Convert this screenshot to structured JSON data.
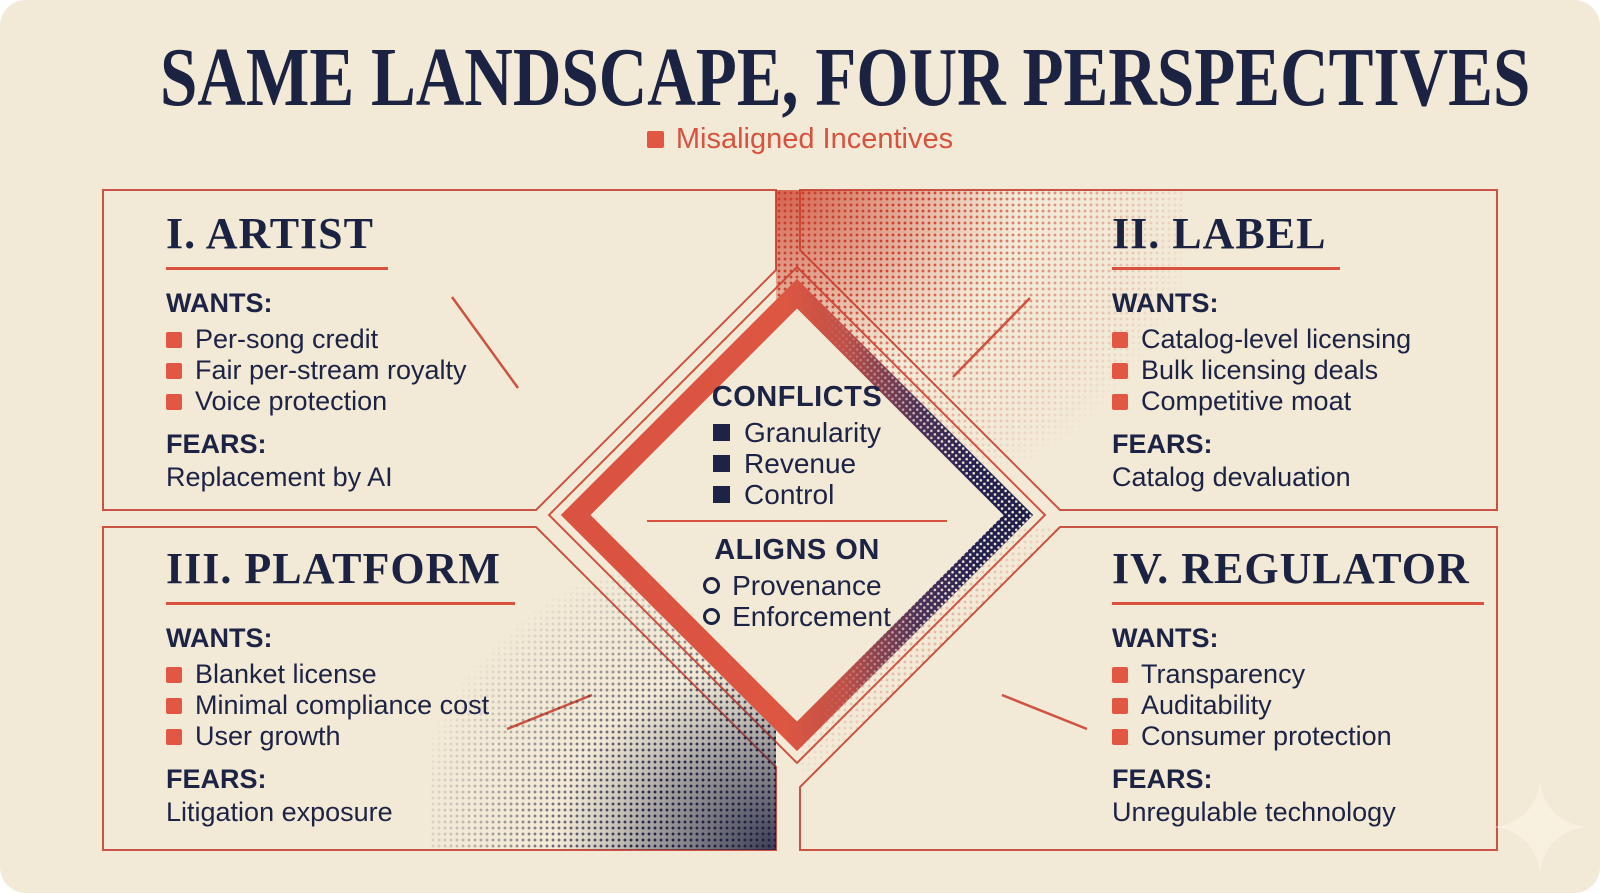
{
  "title": "SAME LANDSCAPE, FOUR PERSPECTIVES",
  "subtitle": {
    "label": "Misaligned Incentives"
  },
  "labels": {
    "wants": "WANTS:",
    "fears": "FEARS:"
  },
  "quadrants": [
    {
      "title": "I. ARTIST",
      "wants": [
        "Per-song credit",
        "Fair per-stream royalty",
        "Voice protection"
      ],
      "fears": "Replacement by AI"
    },
    {
      "title": "II. LABEL",
      "wants": [
        "Catalog-level licensing",
        "Bulk licensing deals",
        "Competitive moat"
      ],
      "fears": "Catalog devaluation"
    },
    {
      "title": "III. PLATFORM",
      "wants": [
        "Blanket license",
        "Minimal compliance cost",
        "User growth"
      ],
      "fears": "Litigation exposure"
    },
    {
      "title": "IV. REGULATOR",
      "wants": [
        "Transparency",
        "Auditability",
        "Consumer protection"
      ],
      "fears": "Unregulable technology"
    }
  ],
  "center": {
    "conflicts_label": "CONFLICTS",
    "conflicts": [
      "Granularity",
      "Revenue",
      "Control"
    ],
    "aligns_label": "ALIGNS ON",
    "aligns": [
      "Provenance",
      "Enforcement"
    ]
  },
  "colors": {
    "background": "#f2e9d6",
    "coral": "#d8523f",
    "navy": "#1d2345",
    "diamond_navy": "#232150",
    "white_frame": "#ffffff"
  }
}
